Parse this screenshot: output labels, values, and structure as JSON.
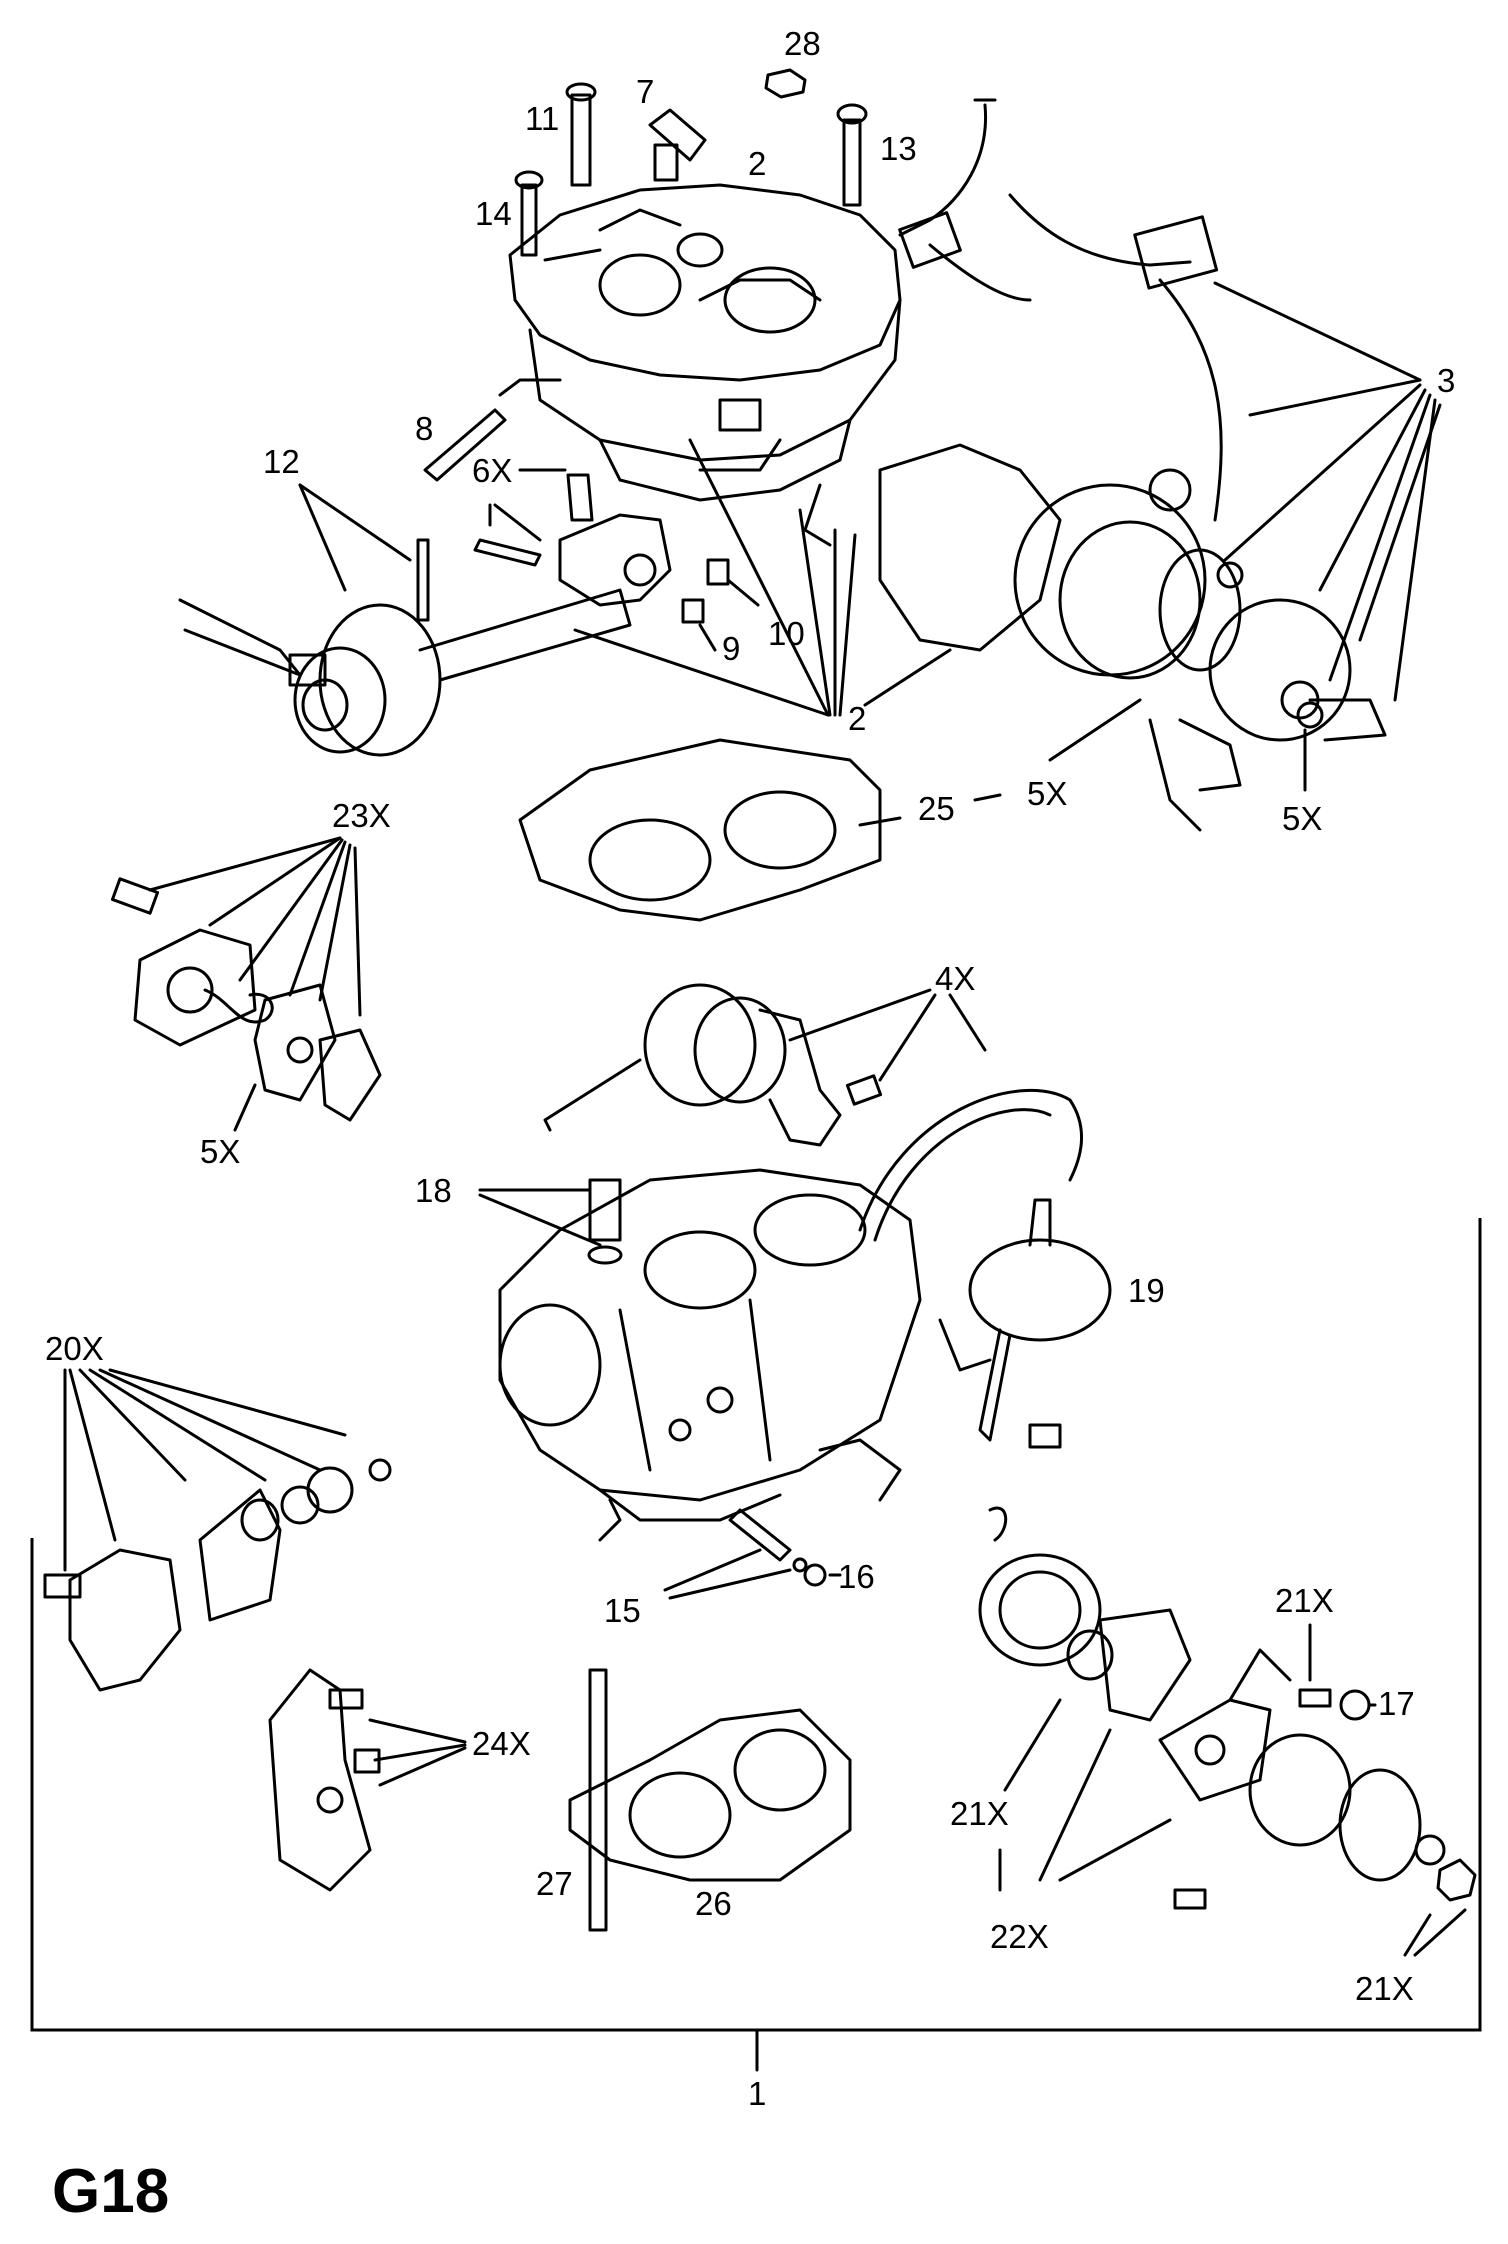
{
  "diagram_code": "G18",
  "callouts": {
    "c28": "28",
    "c7": "7",
    "c11": "11",
    "c13": "13",
    "c2_top": "2",
    "c14": "14",
    "c3": "3",
    "c8": "8",
    "c12": "12",
    "c6x": "6X",
    "c9": "9",
    "c10": "10",
    "c2_mid": "2",
    "c25": "25",
    "c5x_mid": "5X",
    "c5x_right": "5X",
    "c23x": "23X",
    "c5x_left": "5X",
    "c4x": "4X",
    "c18": "18",
    "c19": "19",
    "c20x": "20X",
    "c15": "15",
    "c16": "16",
    "c21x_a": "21X",
    "c17": "17",
    "c24x": "24X",
    "c21x_b": "21X",
    "c27": "27",
    "c26": "26",
    "c22x": "22X",
    "c21x_c": "21X",
    "c1": "1"
  }
}
